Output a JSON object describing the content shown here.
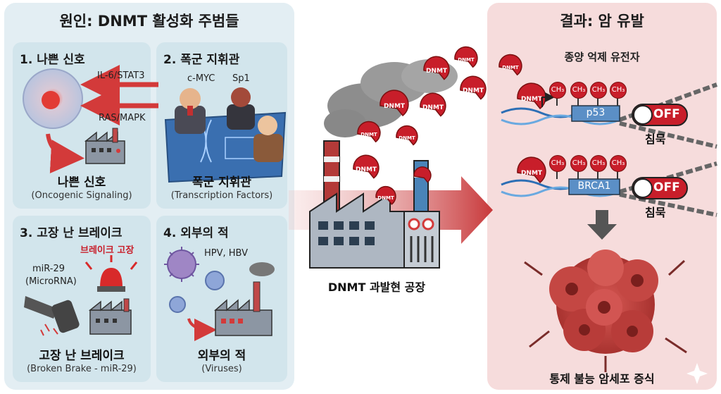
{
  "left": {
    "heading": "원인: DNMT 활성화 주범들",
    "cards": [
      {
        "title": "1. 나쁜 신호",
        "signals": [
          "IL-6/STAT3",
          "RAS/MAPK"
        ],
        "caption": "나쁜 신호",
        "caption_en": "(Oncogenic Signaling)"
      },
      {
        "title": "2. 폭군 지휘관",
        "actors": [
          "c-MYC",
          "Sp1"
        ],
        "caption": "폭군 지휘관",
        "caption_en": "(Transcription Factors)"
      },
      {
        "title": "3. 고장 난 브레이크",
        "alert": "브레이크 고장",
        "mirna": "miR-29",
        "mirna_en": "(MicroRNA)",
        "caption": "고장 난 브레이크",
        "caption_en": "(Broken Brake - miR-29)"
      },
      {
        "title": "4. 외부의 적",
        "virus": "HPV, HBV",
        "caption": "외부의 적",
        "caption_en": "(Viruses)"
      }
    ]
  },
  "center": {
    "factory_label": "DNMT 과발현 공장",
    "enzyme": "DNMT"
  },
  "right": {
    "heading": "결과: 암 유발",
    "subheading": "종양 억제 유전자",
    "methyl": "CH₃",
    "genes": [
      {
        "name": "p53",
        "state": "OFF",
        "status": "침묵"
      },
      {
        "name": "BRCA1",
        "state": "OFF",
        "status": "침묵"
      }
    ],
    "result": "통제 불능 암세포 증식"
  },
  "colors": {
    "dnmt_red": "#c81e2a",
    "left_bg": "#e3eef3",
    "right_bg": "#f6dcdc",
    "arrow_red": "#d33a3a"
  }
}
